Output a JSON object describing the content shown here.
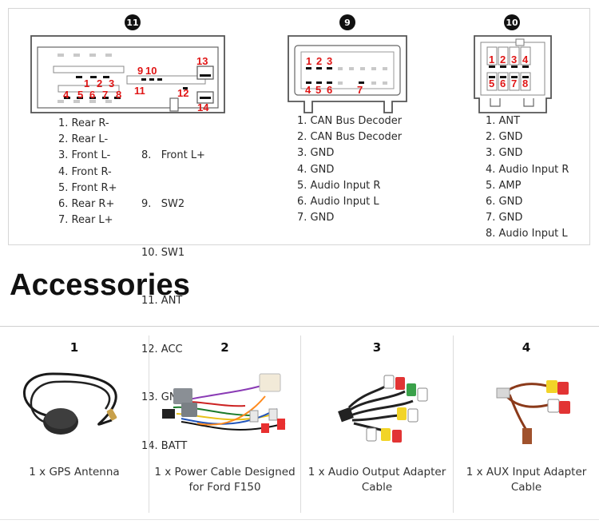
{
  "connectors": [
    {
      "badge": "11",
      "pins": [
        "1. Rear R-",
        "2. Rear L-",
        "3. Front L-",
        "4. Front R-",
        "5. Front R+",
        "6. Rear R+",
        "7. Rear L+",
        "8.   Front L+",
        "9.   SW2",
        "10. SW1",
        "11. ANT",
        "12. ACC",
        "13. GND",
        "14. BATT"
      ],
      "labels": [
        "1",
        "2",
        "3",
        "4",
        "5",
        "6",
        "7",
        "8",
        "9",
        "10",
        "11",
        "12",
        "13",
        "14"
      ]
    },
    {
      "badge": "9",
      "pins": [
        "1. CAN Bus Decoder",
        "2. CAN Bus Decoder",
        "3. GND",
        "4. GND",
        "5. Audio Input R",
        "6. Audio Input L",
        "7. GND"
      ],
      "labels": [
        "1",
        "2",
        "3",
        "4",
        "5",
        "6",
        "7"
      ]
    },
    {
      "badge": "10",
      "pins": [
        "1. ANT",
        "2. GND",
        "3. GND",
        "4. Audio Input R",
        "5. AMP",
        "6. GND",
        "7. GND",
        "8. Audio Input L"
      ],
      "labels": [
        "1",
        "2",
        "3",
        "4",
        "5",
        "6",
        "7",
        "8"
      ]
    }
  ],
  "accessories_title": "Accessories",
  "accessories": [
    {
      "number": "1",
      "caption": "1 x GPS Antenna"
    },
    {
      "number": "2",
      "caption": "1 x Power Cable Designed for Ford F150"
    },
    {
      "number": "3",
      "caption": "1 x Audio Output Adapter Cable"
    },
    {
      "number": "4",
      "caption": "1 x AUX Input Adapter Cable"
    }
  ]
}
